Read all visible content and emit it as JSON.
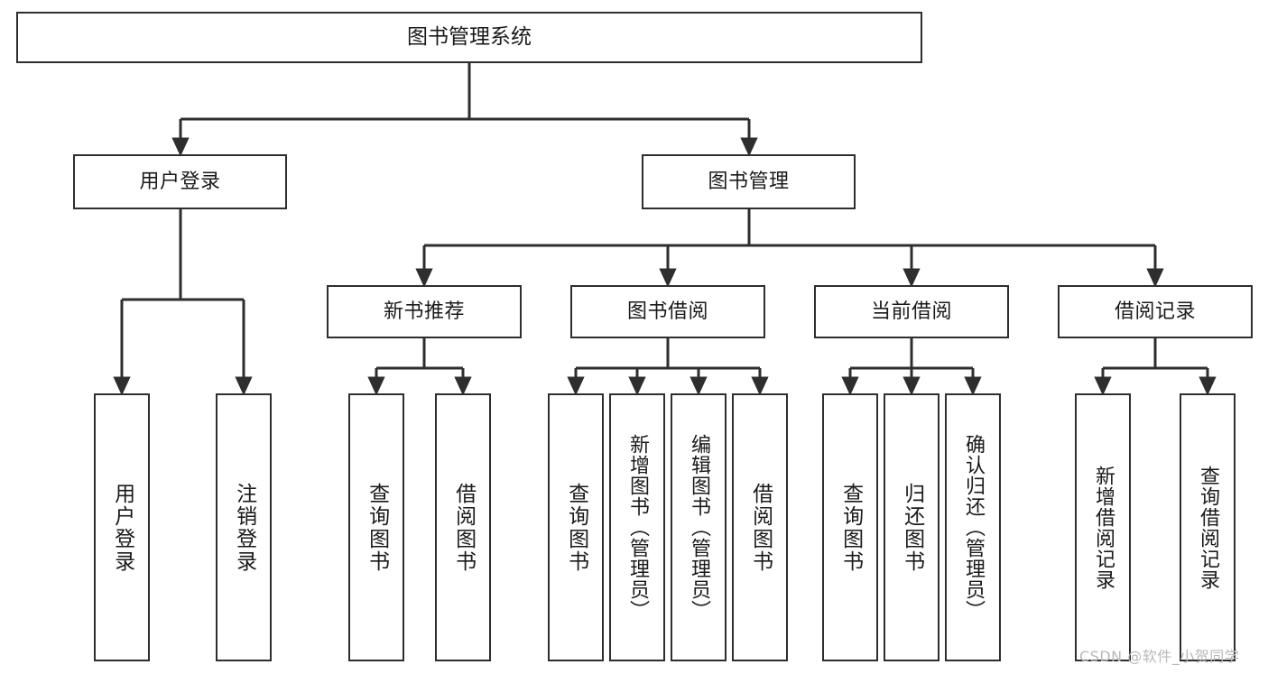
{
  "diagram": {
    "type": "tree-hierarchy-chart",
    "title": "图书管理系统",
    "stroke_color": "#2e2e2e",
    "background_color": "#ffffff",
    "text_color": "#1a1a1a",
    "root": {
      "id": "root",
      "label": "图书管理系统"
    },
    "level2": [
      {
        "id": "user-login",
        "label": "用户登录"
      },
      {
        "id": "book-management",
        "label": "图书管理"
      }
    ],
    "level3": [
      {
        "id": "new-book-recommend",
        "label": "新书推荐",
        "parent": "book-management"
      },
      {
        "id": "book-borrow",
        "label": "图书借阅",
        "parent": "book-management"
      },
      {
        "id": "current-borrow",
        "label": "当前借阅",
        "parent": "book-management"
      },
      {
        "id": "borrow-record",
        "label": "借阅记录",
        "parent": "book-management"
      }
    ],
    "leaves": [
      {
        "id": "leaf-user-login",
        "label": "用户登录",
        "parent": "user-login"
      },
      {
        "id": "leaf-logout-login",
        "label": "注销登录",
        "parent": "user-login"
      },
      {
        "id": "leaf-query-book-1",
        "label": "查询图书",
        "parent": "new-book-recommend"
      },
      {
        "id": "leaf-borrow-book-1",
        "label": "借阅图书",
        "parent": "new-book-recommend"
      },
      {
        "id": "leaf-query-book-2",
        "label": "查询图书",
        "parent": "book-borrow"
      },
      {
        "id": "leaf-add-book",
        "label": "新增图书（管理员）",
        "parent": "book-borrow"
      },
      {
        "id": "leaf-edit-book",
        "label": "编辑图书（管理员）",
        "parent": "book-borrow"
      },
      {
        "id": "leaf-borrow-book-2",
        "label": "借阅图书",
        "parent": "book-borrow"
      },
      {
        "id": "leaf-query-book-3",
        "label": "查询图书",
        "parent": "current-borrow"
      },
      {
        "id": "leaf-return-book",
        "label": "归还图书",
        "parent": "current-borrow"
      },
      {
        "id": "leaf-confirm-return",
        "label": "确认归还（管理员）",
        "parent": "current-borrow"
      },
      {
        "id": "leaf-add-record",
        "label": "新增借阅记录",
        "parent": "borrow-record"
      },
      {
        "id": "leaf-query-record",
        "label": "查询借阅记录",
        "parent": "borrow-record"
      }
    ]
  },
  "watermark": {
    "text": "CSDN @软件_小贺同学"
  }
}
